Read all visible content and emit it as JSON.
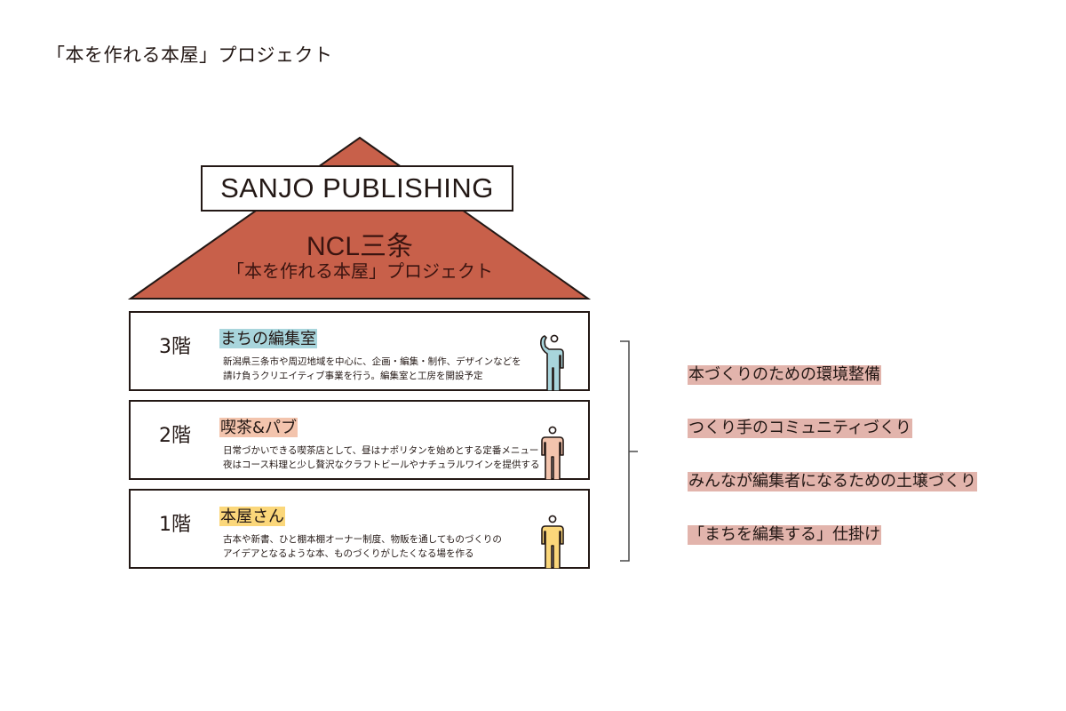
{
  "page": {
    "title": "「本を作れる本屋」プロジェクト"
  },
  "house": {
    "roof_color": "#c8604a",
    "brand": "SANJO PUBLISHING",
    "name": "NCL三条",
    "subtitle": "「本を作れる本屋」プロジェクト"
  },
  "floors": [
    {
      "label": "3階",
      "name": "まちの編集室",
      "highlight_color": "#a8d5dc",
      "description_lines": [
        "新潟県三条市や周辺地域を中心に、企画・編集・制作、デザインなどを",
        "請け負うクリエイティブ事業を行う。編集室と工房を開設予定"
      ],
      "figure_icon": "person-waving-icon",
      "figure_color": "#a8d5dc"
    },
    {
      "label": "2階",
      "name": "喫茶&パブ",
      "highlight_color": "#f3c4ad",
      "description_lines": [
        "日常づかいできる喫茶店として、昼はナポリタンを始めとする定番メニュー",
        "夜はコース料理と少し贅沢なクラフトビールやナチュラルワインを提供する"
      ],
      "figure_icon": "person-standing-icon",
      "figure_color": "#f3c4ad"
    },
    {
      "label": "1階",
      "name": "本屋さん",
      "highlight_color": "#fbd77a",
      "description_lines": [
        "古本や新書、ひと棚本棚オーナー制度、物販を通してものづくりの",
        "アイデアとなるような本、ものづくりがしたくなる場を作る"
      ],
      "figure_icon": "person-standing-icon",
      "figure_color": "#fbd77a"
    }
  ],
  "goals": {
    "highlight_color": "#e2b4ac",
    "items": [
      "本づくりのための環境整備",
      "つくり手のコミュニティづくり",
      "みんなが編集者になるための土壌づくり",
      "「まちを編集する」仕掛け"
    ]
  }
}
